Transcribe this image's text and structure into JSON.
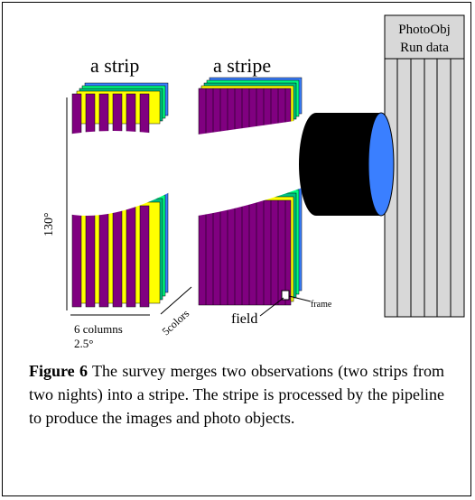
{
  "labels": {
    "strip": "a strip",
    "stripe": "a stripe",
    "photoobj_line1": "PhotoObj",
    "photoobj_line2": "Run data",
    "angle": "130°",
    "columns": "6 columns",
    "width": "2.5°",
    "colors": "5colors",
    "field": "field",
    "frame": "frame"
  },
  "caption": {
    "figure_label": "Figure 6",
    "text": "The survey merges two observations (two strips from two nights) into a stripe. The stripe is processed by the pipeline to produce the images and photo objects."
  },
  "colors": {
    "purple": "#800080",
    "yellow": "#ffff00",
    "teal": "#00c080",
    "blue": "#3a7fff",
    "green": "#00ff80",
    "cylinder_body": "#000000",
    "cylinder_face": "#3a7fff",
    "table": "#d8d8d8"
  }
}
